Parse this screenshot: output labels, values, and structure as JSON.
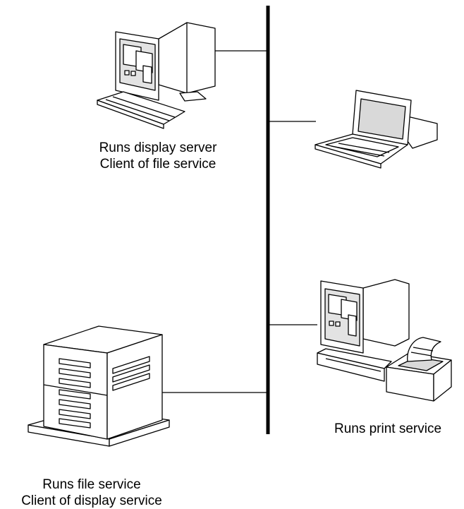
{
  "nodes": {
    "workstation": {
      "caption_line1": "Runs display server",
      "caption_line2": "Client of file service"
    },
    "laptop": {},
    "print_station": {
      "caption_line1": "Runs print service"
    },
    "file_server": {
      "caption_line1": "Runs file service",
      "caption_line2": "Client of display service"
    }
  },
  "colors": {
    "line": "#000000",
    "fill": "#ffffff",
    "screen_shade": "#d9d9d9"
  }
}
